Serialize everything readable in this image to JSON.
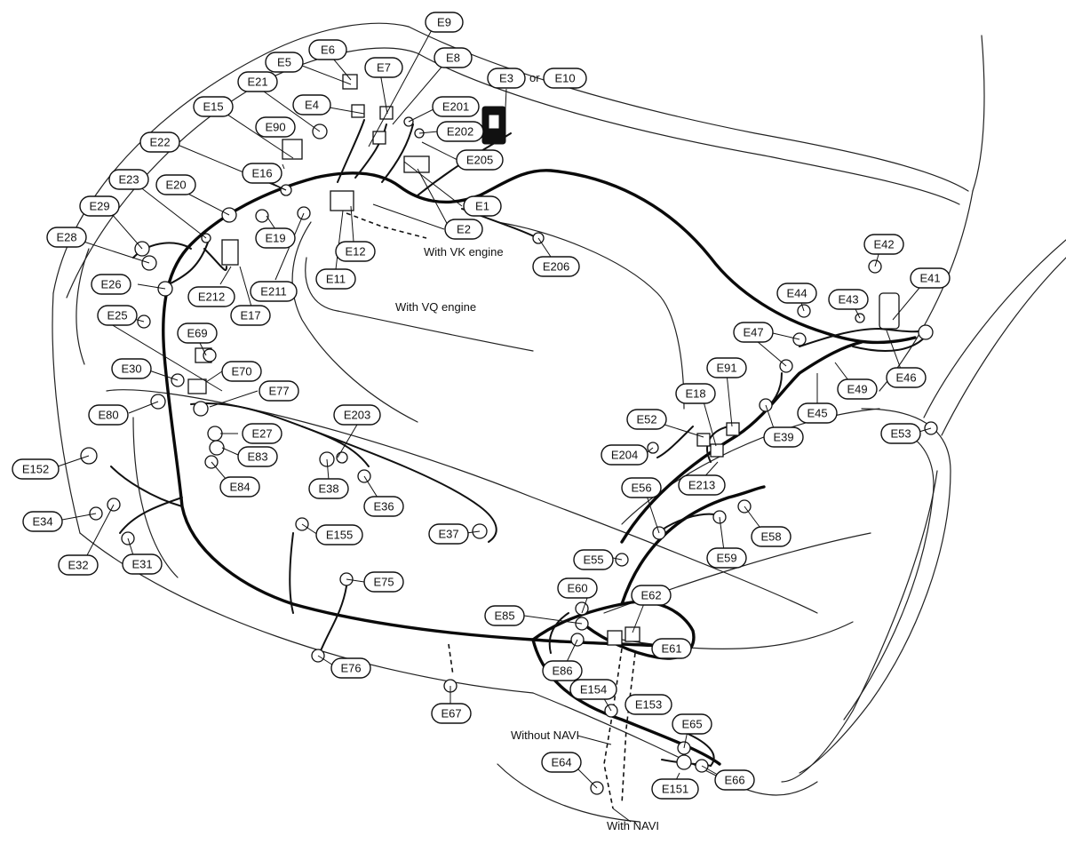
{
  "labels": [
    {
      "id": "E1",
      "text": "E1"
    },
    {
      "id": "E2",
      "text": "E2"
    },
    {
      "id": "E3",
      "text": "E3"
    },
    {
      "id": "or",
      "text": "or"
    },
    {
      "id": "E4",
      "text": "E4"
    },
    {
      "id": "E5",
      "text": "E5"
    },
    {
      "id": "E6",
      "text": "E6"
    },
    {
      "id": "E7",
      "text": "E7"
    },
    {
      "id": "E8",
      "text": "E8"
    },
    {
      "id": "E9",
      "text": "E9"
    },
    {
      "id": "E10",
      "text": "E10"
    },
    {
      "id": "E11",
      "text": "E11"
    },
    {
      "id": "E12",
      "text": "E12"
    },
    {
      "id": "E15",
      "text": "E15"
    },
    {
      "id": "E16",
      "text": "E16"
    },
    {
      "id": "E17",
      "text": "E17"
    },
    {
      "id": "E18",
      "text": "E18"
    },
    {
      "id": "E19",
      "text": "E19"
    },
    {
      "id": "E20",
      "text": "E20"
    },
    {
      "id": "E21",
      "text": "E21"
    },
    {
      "id": "E22",
      "text": "E22"
    },
    {
      "id": "E23",
      "text": "E23"
    },
    {
      "id": "E25",
      "text": "E25"
    },
    {
      "id": "E26",
      "text": "E26"
    },
    {
      "id": "E27",
      "text": "E27"
    },
    {
      "id": "E28",
      "text": "E28"
    },
    {
      "id": "E29",
      "text": "E29"
    },
    {
      "id": "E30",
      "text": "E30"
    },
    {
      "id": "E31",
      "text": "E31"
    },
    {
      "id": "E32",
      "text": "E32"
    },
    {
      "id": "E34",
      "text": "E34"
    },
    {
      "id": "E36",
      "text": "E36"
    },
    {
      "id": "E37",
      "text": "E37"
    },
    {
      "id": "E38",
      "text": "E38"
    },
    {
      "id": "E39",
      "text": "E39"
    },
    {
      "id": "E41",
      "text": "E41"
    },
    {
      "id": "E42",
      "text": "E42"
    },
    {
      "id": "E43",
      "text": "E43"
    },
    {
      "id": "E44",
      "text": "E44"
    },
    {
      "id": "E45",
      "text": "E45"
    },
    {
      "id": "E46",
      "text": "E46"
    },
    {
      "id": "E47",
      "text": "E47"
    },
    {
      "id": "E49",
      "text": "E49"
    },
    {
      "id": "E52",
      "text": "E52"
    },
    {
      "id": "E53",
      "text": "E53"
    },
    {
      "id": "E55",
      "text": "E55"
    },
    {
      "id": "E56",
      "text": "E56"
    },
    {
      "id": "E58",
      "text": "E58"
    },
    {
      "id": "E59",
      "text": "E59"
    },
    {
      "id": "E60",
      "text": "E60"
    },
    {
      "id": "E61",
      "text": "E61"
    },
    {
      "id": "E62",
      "text": "E62"
    },
    {
      "id": "E64",
      "text": "E64"
    },
    {
      "id": "E65",
      "text": "E65"
    },
    {
      "id": "E66",
      "text": "E66"
    },
    {
      "id": "E67",
      "text": "E67"
    },
    {
      "id": "E69",
      "text": "E69"
    },
    {
      "id": "E70",
      "text": "E70"
    },
    {
      "id": "E75",
      "text": "E75"
    },
    {
      "id": "E76",
      "text": "E76"
    },
    {
      "id": "E77",
      "text": "E77"
    },
    {
      "id": "E80",
      "text": "E80"
    },
    {
      "id": "E83",
      "text": "E83"
    },
    {
      "id": "E84",
      "text": "E84"
    },
    {
      "id": "E85",
      "text": "E85"
    },
    {
      "id": "E86",
      "text": "E86"
    },
    {
      "id": "E90",
      "text": "E90"
    },
    {
      "id": "E91",
      "text": "E91"
    },
    {
      "id": "E151",
      "text": "E151"
    },
    {
      "id": "E152",
      "text": "E152"
    },
    {
      "id": "E153",
      "text": "E153"
    },
    {
      "id": "E154",
      "text": "E154"
    },
    {
      "id": "E155",
      "text": "E155"
    },
    {
      "id": "E201",
      "text": "E201"
    },
    {
      "id": "E202",
      "text": "E202"
    },
    {
      "id": "E203",
      "text": "E203"
    },
    {
      "id": "E204",
      "text": "E204"
    },
    {
      "id": "E205",
      "text": "E205"
    },
    {
      "id": "E206",
      "text": "E206"
    },
    {
      "id": "E211",
      "text": "E211"
    },
    {
      "id": "E212",
      "text": "E212"
    },
    {
      "id": "E213",
      "text": "E213"
    }
  ],
  "notes": {
    "with_vk_engine": "With VK engine",
    "with_vq_engine": "With VQ engine",
    "without_navi": "Without NAVI",
    "with_navi": "With NAVI"
  }
}
